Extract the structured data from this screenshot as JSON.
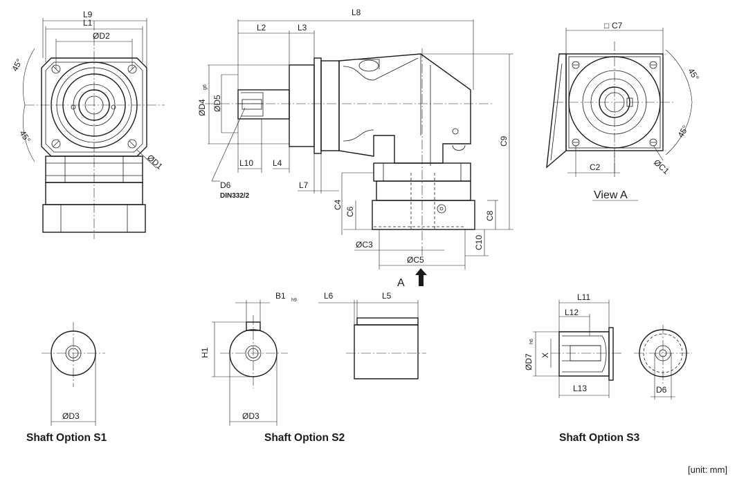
{
  "front_view": {
    "dims": {
      "l9": "L9",
      "l1": "L1",
      "d2": "ØD2",
      "d1": "ØD1",
      "angle_top": "45°",
      "angle_bottom": "45°"
    },
    "square_symbol": "□"
  },
  "side_view": {
    "dims": {
      "l8": "L8",
      "l2": "L2",
      "l3": "L3",
      "d4": "ØD4",
      "d4_tol": "g6",
      "d5": "ØD5",
      "l10": "L10",
      "l4": "L4",
      "l7": "L7",
      "d6": "D6",
      "din": "DIN332/2",
      "c9": "C9",
      "c4": "C4",
      "c6": "C6",
      "c8": "C8",
      "c10": "C10",
      "c3": "ØC3",
      "c5": "ØC5",
      "arrow_label": "A"
    }
  },
  "view_a": {
    "title": "View A",
    "dims": {
      "c7": "C7",
      "c2": "C2",
      "c1": "ØC1",
      "angle_top": "45°",
      "angle_bottom": "45°"
    }
  },
  "shaft_s1": {
    "caption": "Shaft Option S1",
    "d3": "ØD3"
  },
  "shaft_s2": {
    "caption": "Shaft Option S2",
    "b1": "B1",
    "b1_tol": "h9",
    "h1": "H1",
    "d3": "ØD3",
    "l6": "L6",
    "l5": "L5"
  },
  "shaft_s3": {
    "caption": "Shaft Option S3",
    "l11": "L11",
    "l12": "L12",
    "l13": "L13",
    "d7": "ØD7",
    "d7_tol": "h6",
    "x": "X",
    "d6": "D6"
  },
  "unit_note": "[unit: mm]"
}
